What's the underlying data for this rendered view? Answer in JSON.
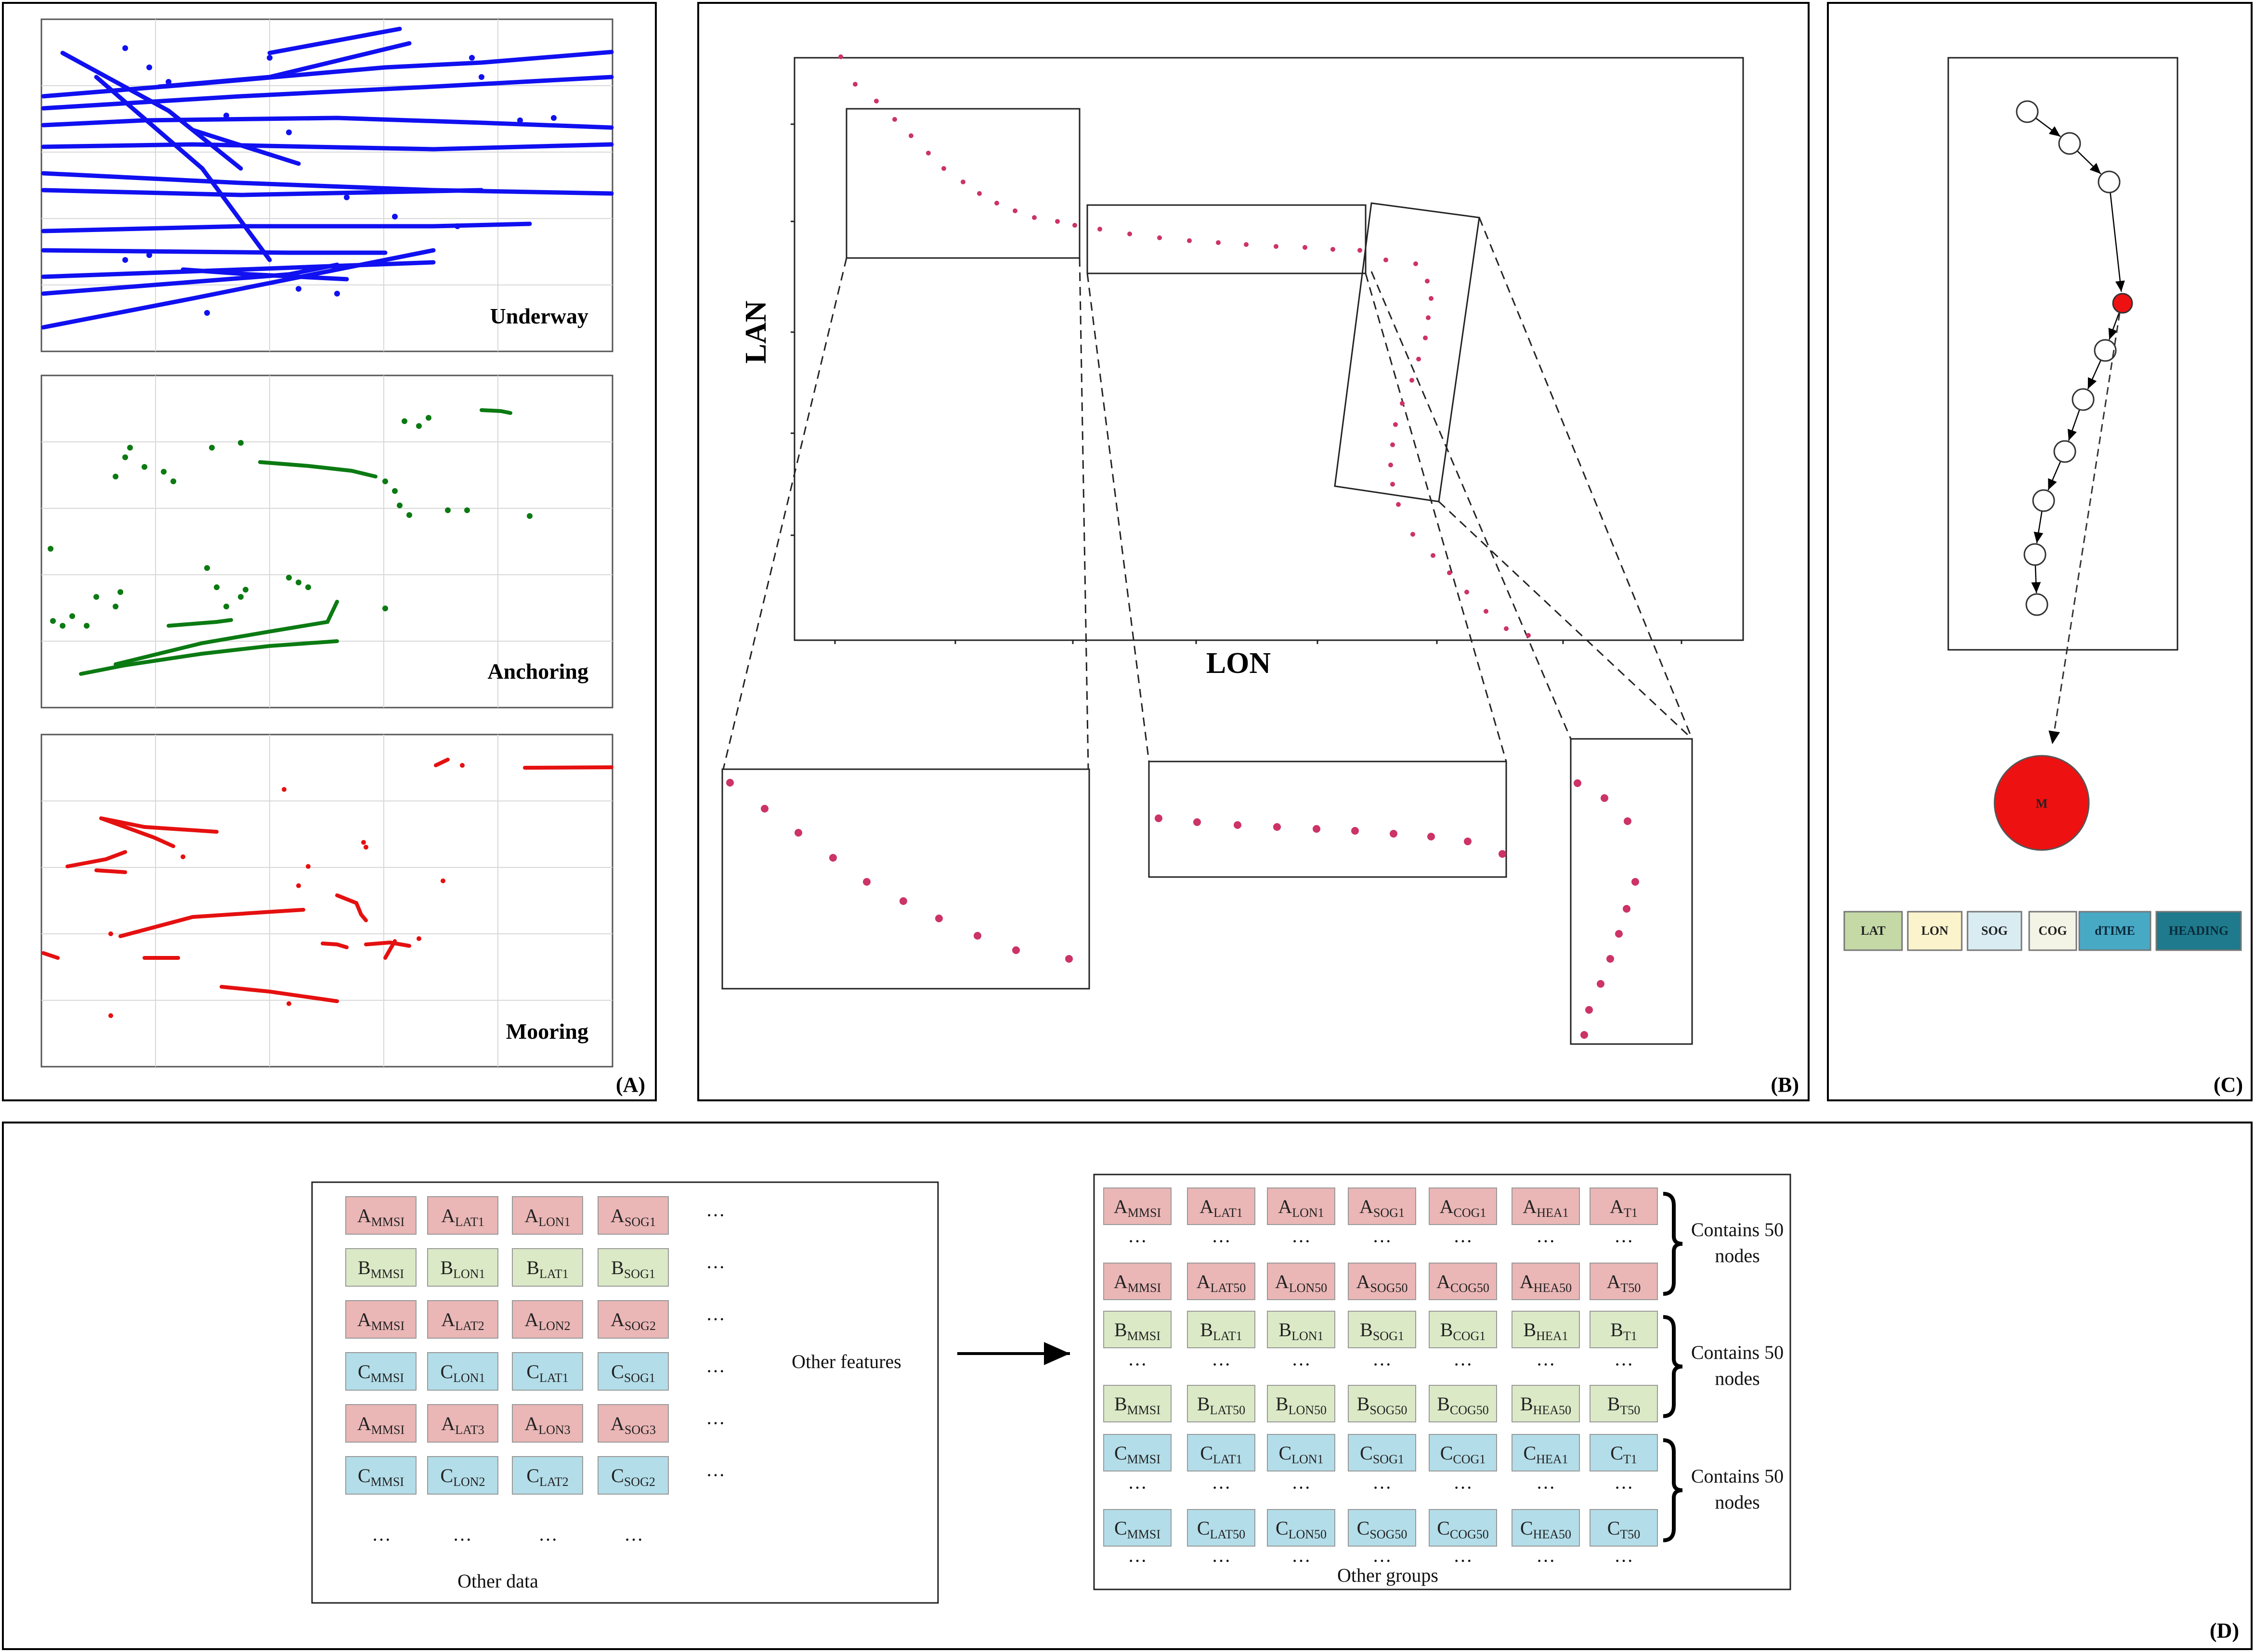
{
  "panels": {
    "a": {
      "label": "(A)",
      "states": [
        "Underway",
        "Anchoring",
        "Mooring"
      ],
      "colors": {
        "underway": "#1010f0",
        "anchoring": "#0b7a12",
        "mooring": "#e51010"
      }
    },
    "b": {
      "label": "(B)",
      "y_axis": "LAN",
      "x_axis": "LON",
      "point_color": "#cc3366"
    },
    "c": {
      "label": "(C)",
      "merged_node": "M",
      "features": [
        {
          "name": "LAT",
          "color": "#c5d9a6"
        },
        {
          "name": "LON",
          "color": "#fbf3cc"
        },
        {
          "name": "SOG",
          "color": "#d9ecf2"
        },
        {
          "name": "COG",
          "color": "#f3f3e6"
        },
        {
          "name": "dTIME",
          "color": "#48a9c5"
        },
        {
          "name": "HEADING",
          "color": "#1e7a8c"
        }
      ]
    },
    "d": {
      "label": "(D)",
      "left_rows": [
        {
          "cls": "red",
          "cells": [
            [
              "A",
              "MMSI"
            ],
            [
              "A",
              "LAT1"
            ],
            [
              "A",
              "LON1"
            ],
            [
              "A",
              "SOG1"
            ]
          ]
        },
        {
          "cls": "green",
          "cells": [
            [
              "B",
              "MMSI"
            ],
            [
              "B",
              "LON1"
            ],
            [
              "B",
              "LAT1"
            ],
            [
              "B",
              "SOG1"
            ]
          ]
        },
        {
          "cls": "red",
          "cells": [
            [
              "A",
              "MMSI"
            ],
            [
              "A",
              "LAT2"
            ],
            [
              "A",
              "LON2"
            ],
            [
              "A",
              "SOG2"
            ]
          ]
        },
        {
          "cls": "blue",
          "cells": [
            [
              "C",
              "MMSI"
            ],
            [
              "C",
              "LON1"
            ],
            [
              "C",
              "LAT1"
            ],
            [
              "C",
              "SOG1"
            ]
          ]
        },
        {
          "cls": "red",
          "cells": [
            [
              "A",
              "MMSI"
            ],
            [
              "A",
              "LAT3"
            ],
            [
              "A",
              "LON3"
            ],
            [
              "A",
              "SOG3"
            ]
          ]
        },
        {
          "cls": "blue",
          "cells": [
            [
              "C",
              "MMSI"
            ],
            [
              "C",
              "LON2"
            ],
            [
              "C",
              "LAT2"
            ],
            [
              "C",
              "SOG2"
            ]
          ]
        }
      ],
      "ellipsis": "···",
      "other_features": "Other features",
      "other_data": "Other data",
      "right_groups": [
        {
          "cls": "red",
          "first": [
            [
              "A",
              "MMSI"
            ],
            [
              "A",
              "LAT1"
            ],
            [
              "A",
              "LON1"
            ],
            [
              "A",
              "SOG1"
            ],
            [
              "A",
              "COG1"
            ],
            [
              "A",
              "HEA1"
            ],
            [
              "A",
              "T1"
            ]
          ],
          "last": [
            [
              "A",
              "MMSI"
            ],
            [
              "A",
              "LAT50"
            ],
            [
              "A",
              "LON50"
            ],
            [
              "A",
              "SOG50"
            ],
            [
              "A",
              "COG50"
            ],
            [
              "A",
              "HEA50"
            ],
            [
              "A",
              "T50"
            ]
          ]
        },
        {
          "cls": "green",
          "first": [
            [
              "B",
              "MMSI"
            ],
            [
              "B",
              "LAT1"
            ],
            [
              "B",
              "LON1"
            ],
            [
              "B",
              "SOG1"
            ],
            [
              "B",
              "COG1"
            ],
            [
              "B",
              "HEA1"
            ],
            [
              "B",
              "T1"
            ]
          ],
          "last": [
            [
              "B",
              "MMSI"
            ],
            [
              "B",
              "LAT50"
            ],
            [
              "B",
              "LON50"
            ],
            [
              "B",
              "SOG50"
            ],
            [
              "B",
              "COG50"
            ],
            [
              "B",
              "HEA50"
            ],
            [
              "B",
              "T50"
            ]
          ]
        },
        {
          "cls": "blue",
          "first": [
            [
              "C",
              "MMSI"
            ],
            [
              "C",
              "LAT1"
            ],
            [
              "C",
              "LON1"
            ],
            [
              "C",
              "SOG1"
            ],
            [
              "C",
              "COG1"
            ],
            [
              "C",
              "HEA1"
            ],
            [
              "C",
              "T1"
            ]
          ],
          "last": [
            [
              "C",
              "MMSI"
            ],
            [
              "C",
              "LAT50"
            ],
            [
              "C",
              "LON50"
            ],
            [
              "C",
              "SOG50"
            ],
            [
              "C",
              "COG50"
            ],
            [
              "C",
              "HEA50"
            ],
            [
              "C",
              "T50"
            ]
          ]
        }
      ],
      "contains_line1": "Contains 50",
      "contains_line2": "nodes",
      "other_groups": "Other groups",
      "cell_colors": {
        "red": "#eab6b6",
        "green": "#dbe9c6",
        "blue": "#b3dde9"
      }
    }
  }
}
